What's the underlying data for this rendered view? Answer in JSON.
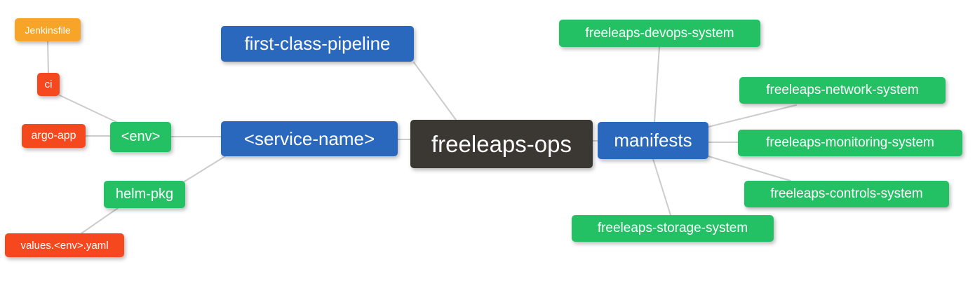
{
  "diagram": {
    "type": "mindmap",
    "center_node": "freeleaps-ops",
    "colors": {
      "blue": "#2a68bd",
      "green": "#23c163",
      "red": "#f5481f",
      "orange": "#f7a529",
      "dark": "#3b3733",
      "edge_line": "#cccccc",
      "text": "#ffffff",
      "background": "#ffffff"
    },
    "nodes": {
      "freeleaps_ops": {
        "label": "freeleaps-ops",
        "color": "dark"
      },
      "first_class_pipeline": {
        "label": "first-class-pipeline",
        "color": "blue"
      },
      "service_name": {
        "label": "<service-name>",
        "color": "blue"
      },
      "manifests": {
        "label": "manifests",
        "color": "blue"
      },
      "env": {
        "label": "<env>",
        "color": "green"
      },
      "helm_pkg": {
        "label": "helm-pkg",
        "color": "green"
      },
      "ci": {
        "label": "ci",
        "color": "red"
      },
      "argo_app": {
        "label": "argo-app",
        "color": "red"
      },
      "values_env_yaml": {
        "label": "values.<env>.yaml",
        "color": "red"
      },
      "jenkinsfile": {
        "label": "Jenkinsfile",
        "color": "orange"
      },
      "devops_system": {
        "label": "freeleaps-devops-system",
        "color": "green"
      },
      "network_system": {
        "label": "freeleaps-network-system",
        "color": "green"
      },
      "monitoring_system": {
        "label": "freeleaps-monitoring-system",
        "color": "green"
      },
      "controls_system": {
        "label": "freeleaps-controls-system",
        "color": "green"
      },
      "storage_system": {
        "label": "freeleaps-storage-system",
        "color": "green"
      }
    },
    "edges": [
      {
        "from": "jenkinsfile",
        "to": "ci"
      },
      {
        "from": "ci",
        "to": "env"
      },
      {
        "from": "argo_app",
        "to": "env"
      },
      {
        "from": "env",
        "to": "service_name"
      },
      {
        "from": "service_name",
        "to": "helm_pkg"
      },
      {
        "from": "helm_pkg",
        "to": "values_env_yaml"
      },
      {
        "from": "first_class_pipeline",
        "to": "freeleaps_ops"
      },
      {
        "from": "service_name",
        "to": "freeleaps_ops"
      },
      {
        "from": "freeleaps_ops",
        "to": "manifests"
      },
      {
        "from": "manifests",
        "to": "devops_system"
      },
      {
        "from": "manifests",
        "to": "network_system"
      },
      {
        "from": "manifests",
        "to": "monitoring_system"
      },
      {
        "from": "manifests",
        "to": "controls_system"
      },
      {
        "from": "manifests",
        "to": "storage_system"
      }
    ]
  }
}
